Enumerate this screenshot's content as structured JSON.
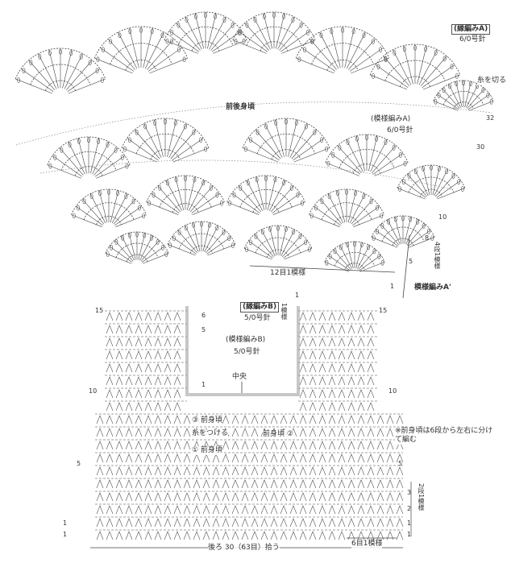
{
  "top_labels": {
    "border_a": "(縁編みA)",
    "needle_a": "6/0号針",
    "cut_yarn": "糸を切る",
    "front_back": "前後身頃",
    "pattern_a": "(模様編みA)",
    "needle_pattern_a": "6/0号針",
    "repeat_12": "12目1模様",
    "rows_4": "4段1模様",
    "pattern_a_prime": "模様編みA'"
  },
  "top_row_marks": [
    "32",
    "30",
    "10",
    "8",
    "5",
    "1"
  ],
  "bottom_labels": {
    "border_b": "(縁編みB)",
    "needle_border_b": "5/0号針",
    "pattern_b": "(模様編みB)",
    "needle_pattern_b": "5/0号針",
    "one_pattern": "1模様",
    "center": "中央",
    "front_3": "③ 前身頃",
    "attach_yarn": "糸をつける",
    "front_1": "① 前身頃",
    "front_2": "前身頃 ②",
    "note": "※前身頃は6段から左右に分けて編む",
    "rows_2": "2段1模様",
    "cast_on": "後ろ 30（63目）拾う",
    "repeat_6": "6目1模様"
  },
  "bottom_row_marks": {
    "left": [
      "15",
      "10",
      "5",
      "1",
      "1"
    ],
    "right": [
      "15",
      "10",
      "5",
      "3",
      "2",
      "1",
      "1"
    ],
    "neck_left": [
      "6",
      "5",
      "1"
    ],
    "neck_right": [
      "1"
    ]
  },
  "colors": {
    "ink": "#444444",
    "accent": "#888888"
  }
}
